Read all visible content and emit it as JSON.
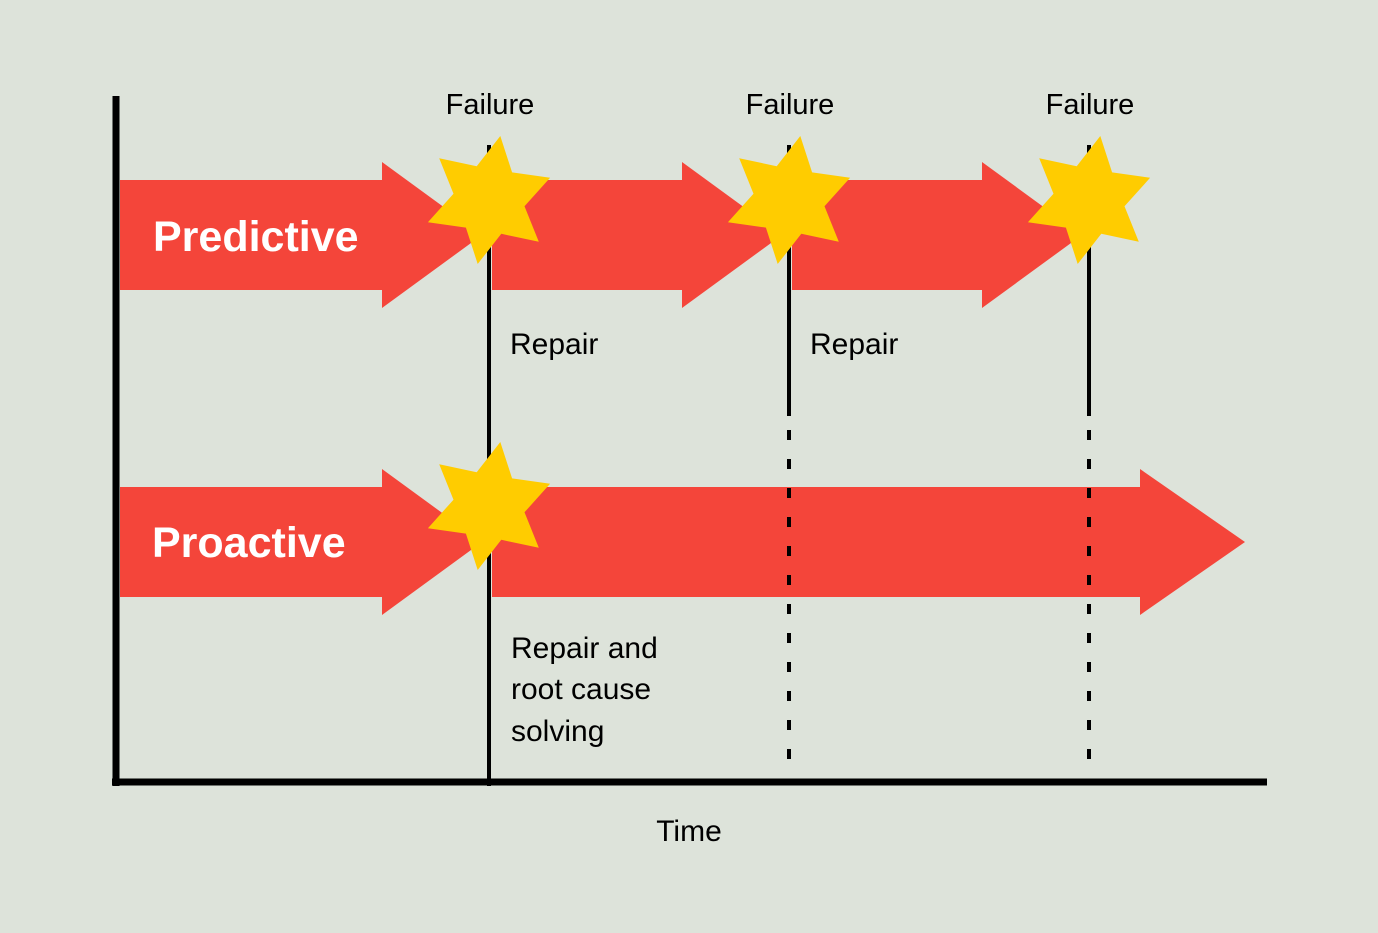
{
  "colors": {
    "background": "#dde3da",
    "arrow": "#f4453a",
    "star": "#ffcc00",
    "axis": "#000000",
    "band_label": "#ffffff"
  },
  "axis": {
    "x_label": "Time"
  },
  "failure_labels": [
    "Failure",
    "Failure",
    "Failure"
  ],
  "predictive": {
    "label": "Predictive",
    "repair_labels": [
      "Repair",
      "Repair"
    ]
  },
  "proactive": {
    "label": "Proactive",
    "repair_lines": [
      "Repair and",
      "root cause",
      "solving"
    ]
  }
}
